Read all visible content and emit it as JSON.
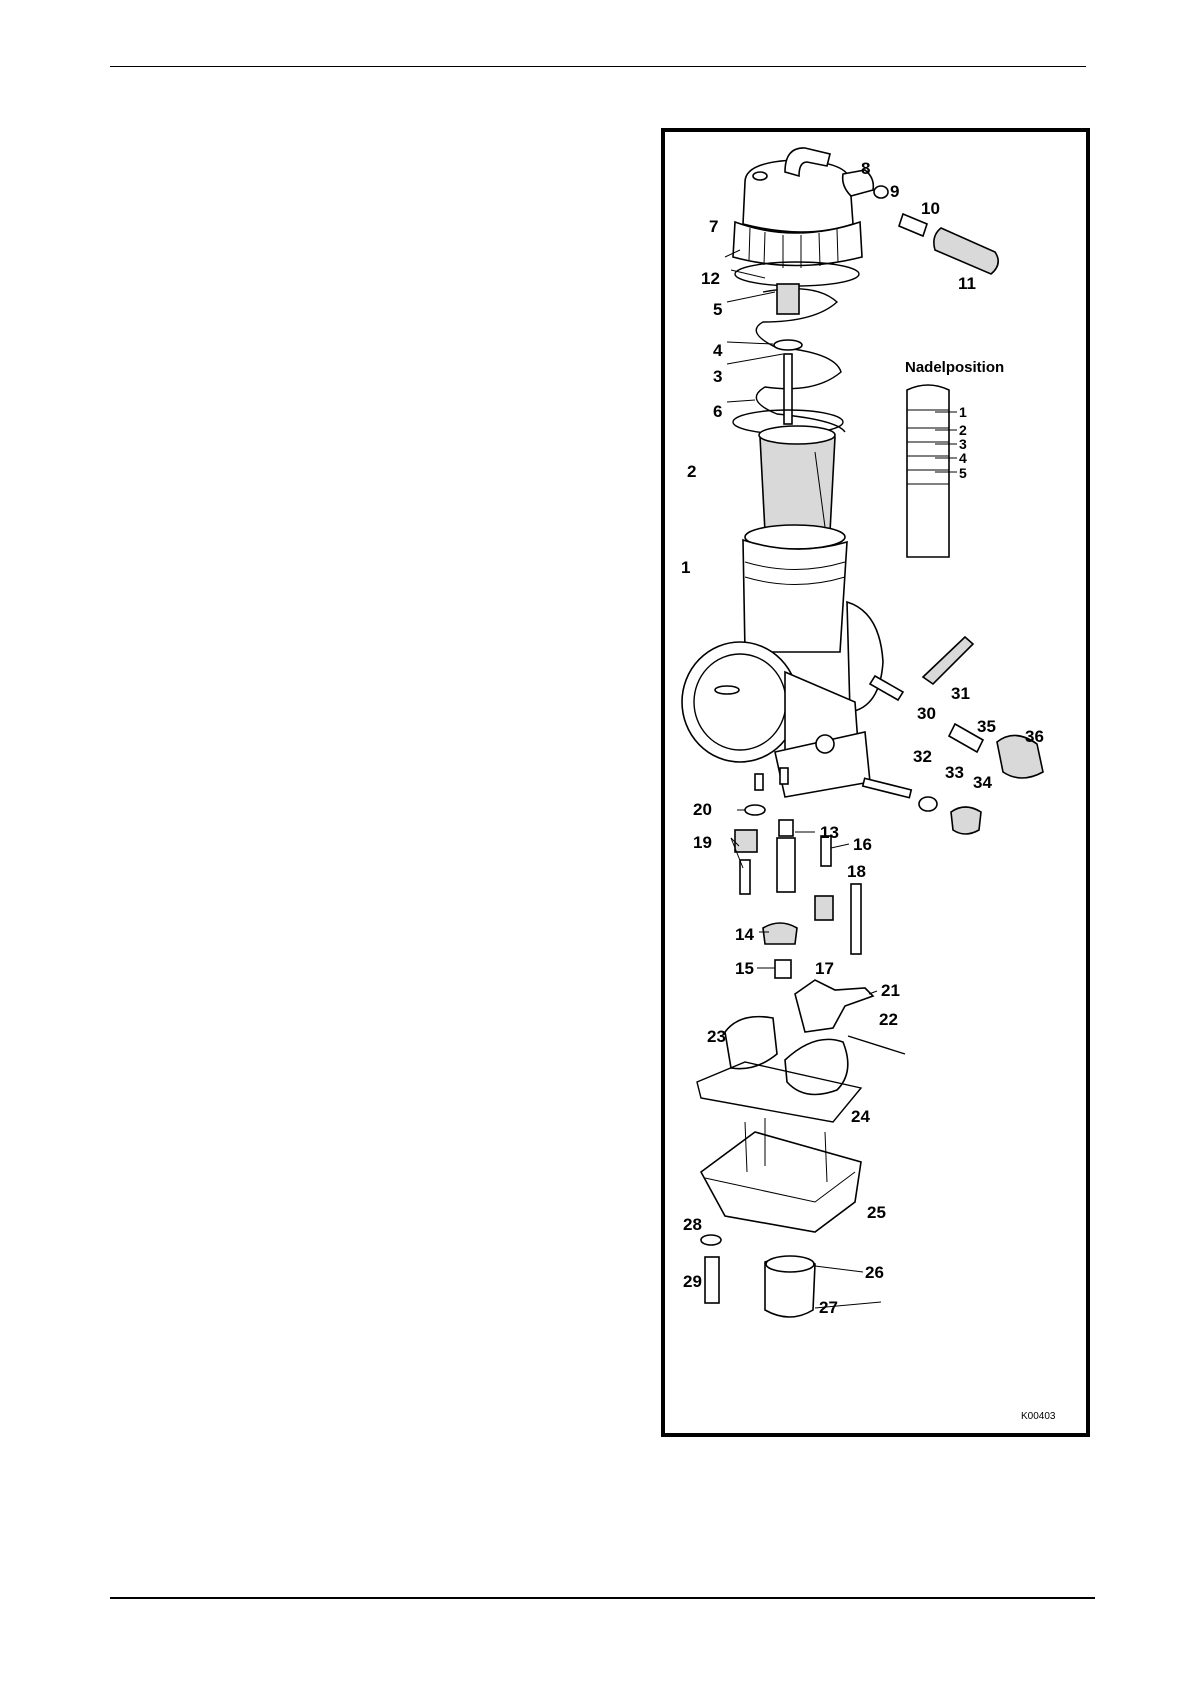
{
  "figure": {
    "callouts": [
      "1",
      "2",
      "3",
      "4",
      "5",
      "6",
      "7",
      "8",
      "9",
      "10",
      "11",
      "12",
      "13",
      "14",
      "15",
      "16",
      "17",
      "18",
      "19",
      "20",
      "21",
      "22",
      "23",
      "24",
      "25",
      "26",
      "27",
      "28",
      "29",
      "30",
      "31",
      "32",
      "33",
      "34",
      "35",
      "36"
    ],
    "needle_position": {
      "title": "Nadelposition",
      "positions": [
        "1",
        "2",
        "3",
        "4",
        "5"
      ]
    },
    "figure_code": "K00403"
  }
}
